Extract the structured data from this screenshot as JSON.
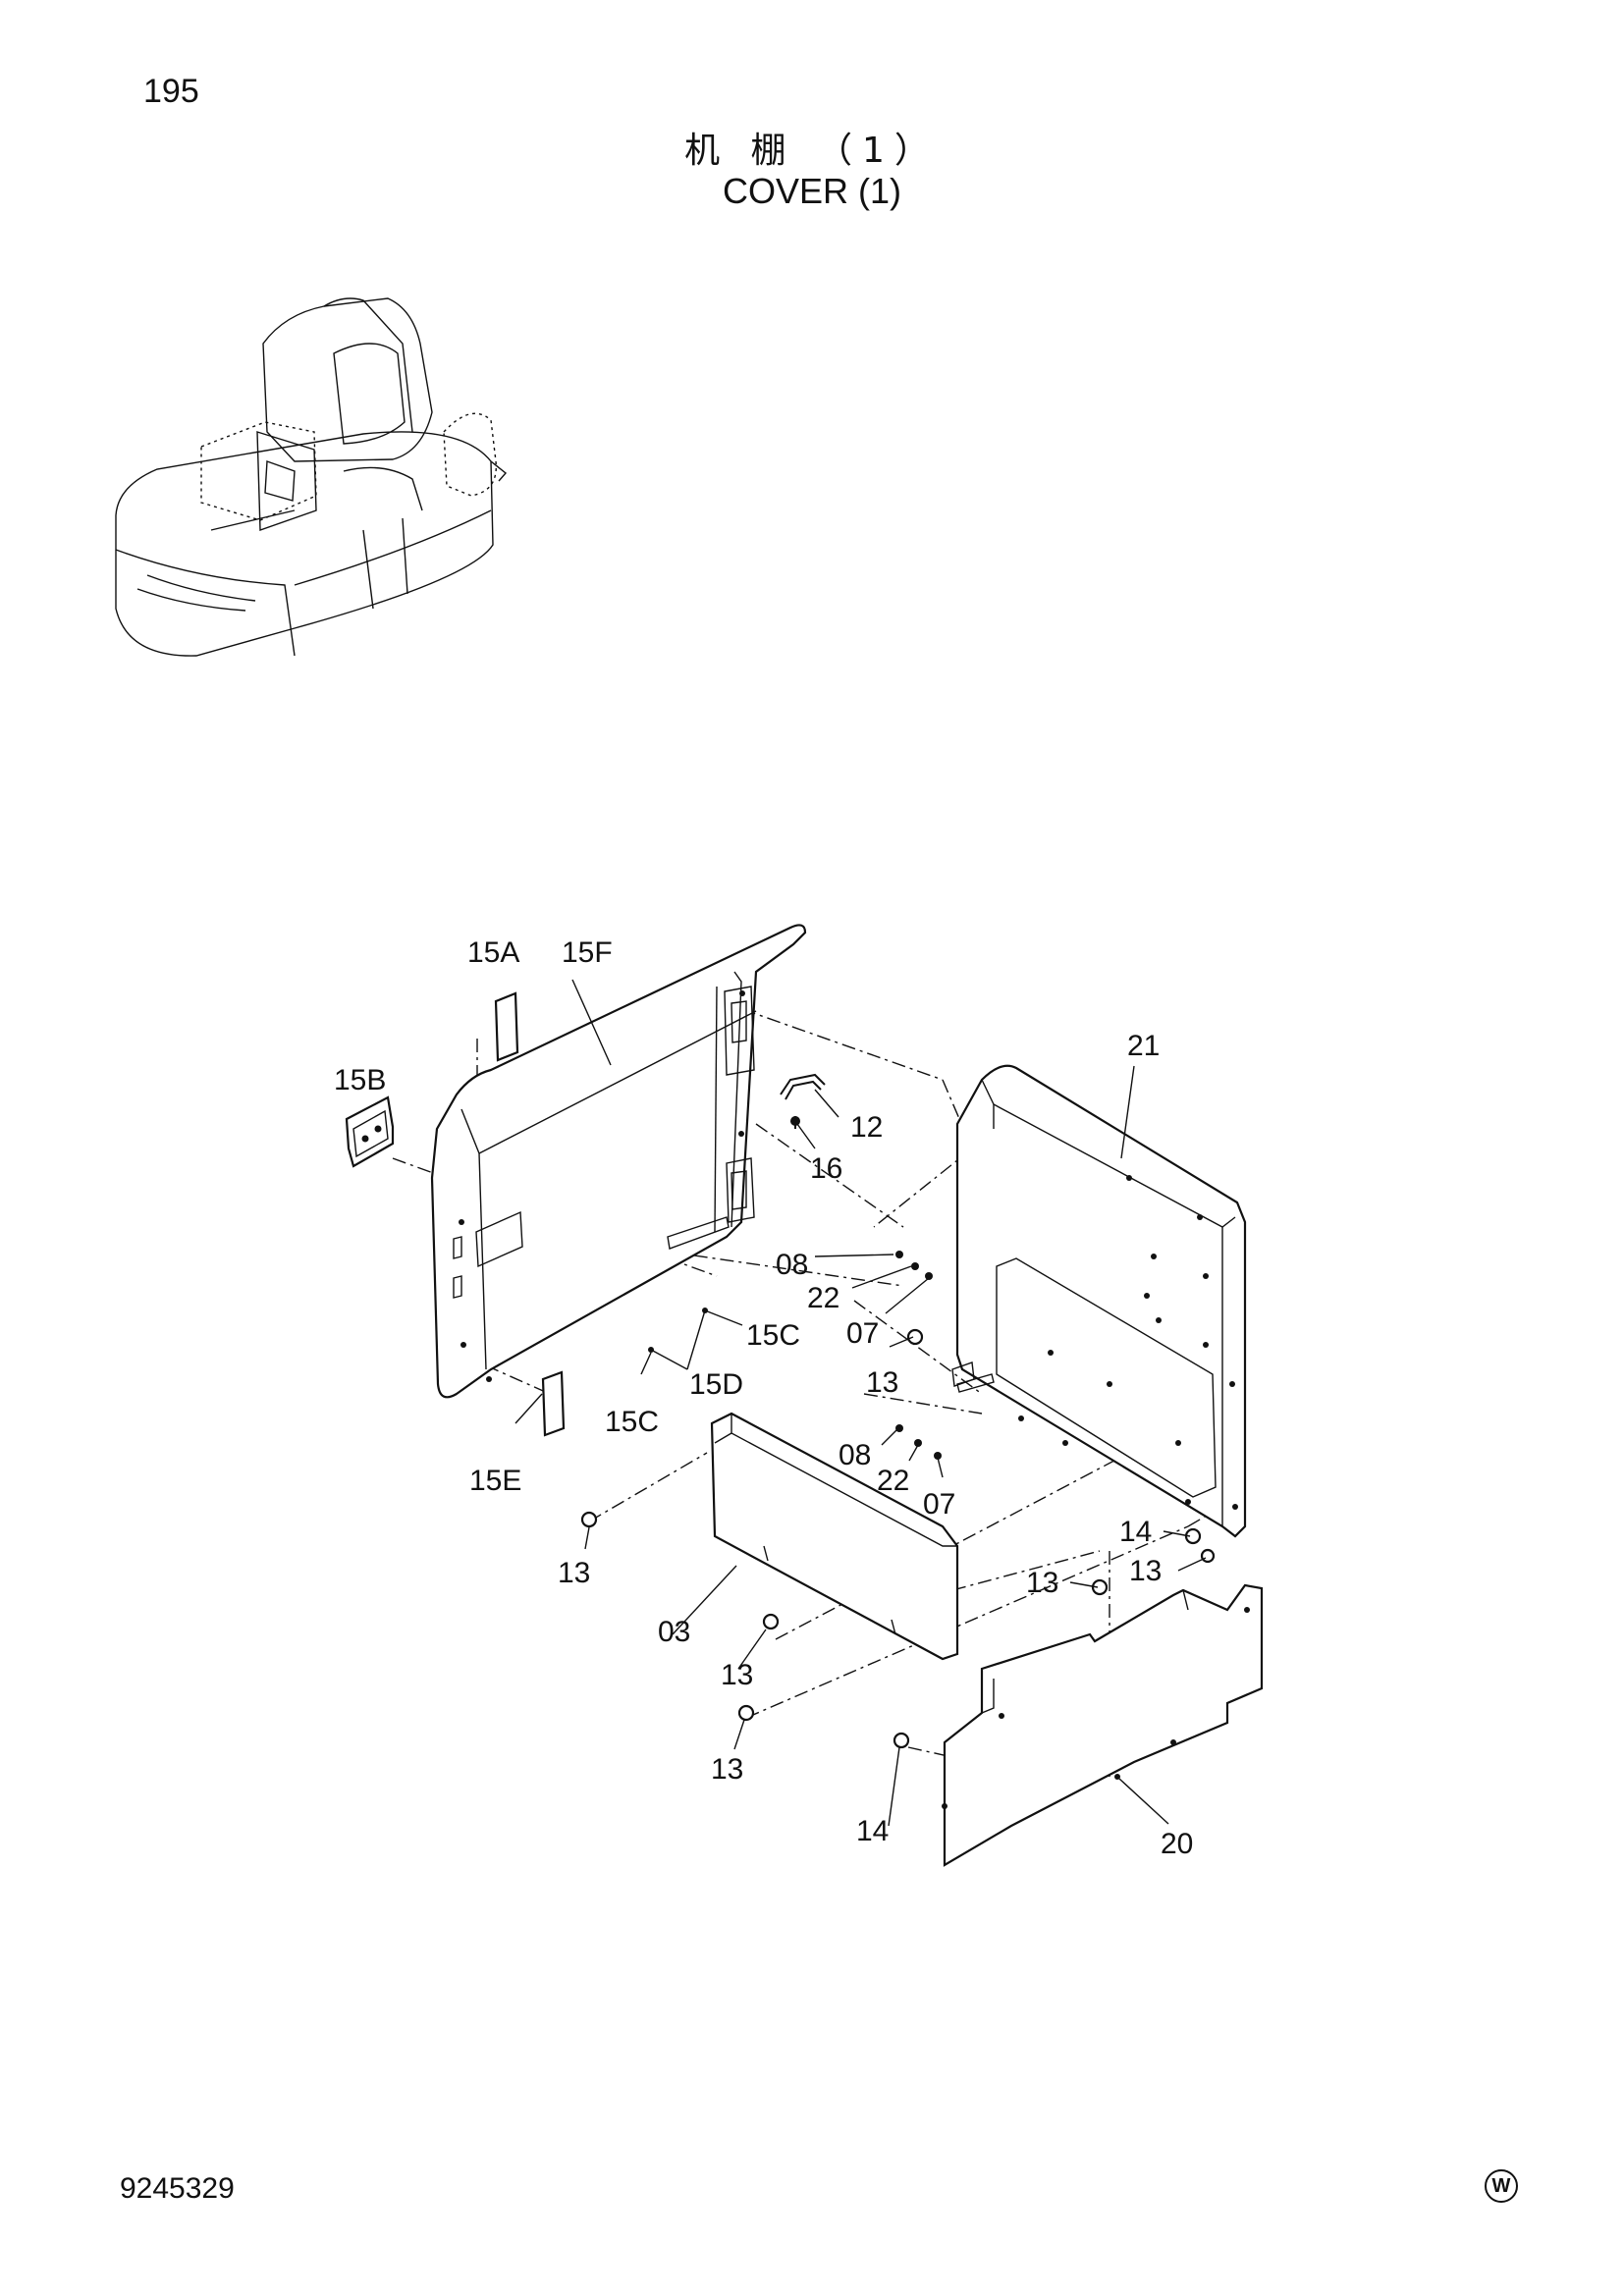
{
  "page_number": "195",
  "title": {
    "cn": "机 棚 （1）",
    "en": "COVER (1)"
  },
  "callouts": {
    "c15A": "15A",
    "c15F": "15F",
    "c15B": "15B",
    "c21": "21",
    "c12": "12",
    "c16": "16",
    "c08a": "08",
    "c22a": "22",
    "c07a": "07",
    "c15C_a": "15C",
    "c13a": "13",
    "c15D": "15D",
    "c15C_b": "15C",
    "c15E": "15E",
    "c08b": "08",
    "c22b": "22",
    "c07b": "07",
    "c14a": "14",
    "c13b": "13",
    "c13c": "13",
    "c13d": "13",
    "c03": "03",
    "c13e": "13",
    "c13f": "13",
    "c14b": "14",
    "c20": "20"
  },
  "footer": {
    "doc_number": "9245329",
    "mark": "W"
  }
}
